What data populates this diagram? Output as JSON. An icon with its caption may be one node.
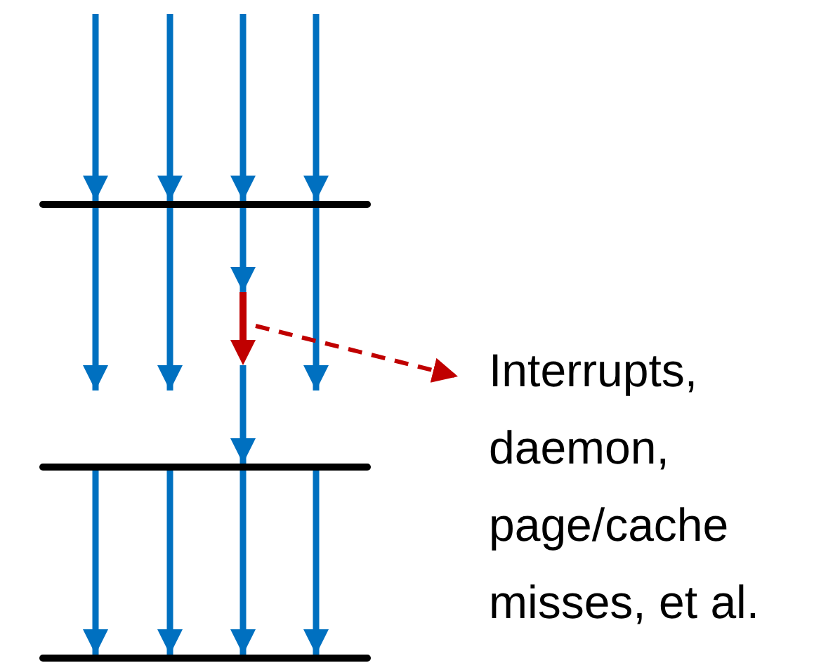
{
  "diagram": {
    "nodes": [
      {
        "text": [],
        "shape": "bar"
      },
      {
        "text": [],
        "shape": "bar"
      },
      {
        "text": [],
        "shape": "bar"
      },
      {
        "text": [],
        "shape": "arrow"
      },
      {
        "text": [
          "Interrupts, daemon, page/cache misses, et al."
        ]
      }
    ],
    "edges": [
      {
        "from": null,
        "to": 0,
        "arrow": "to"
      },
      {
        "from": null,
        "to": 0,
        "arrow": "to"
      },
      {
        "from": null,
        "to": 0,
        "arrow": "to"
      },
      {
        "from": null,
        "to": 0,
        "arrow": "to"
      },
      {
        "from": 0,
        "to": null,
        "arrow": "to"
      },
      {
        "from": 0,
        "to": null,
        "arrow": "to"
      },
      {
        "from": 0,
        "to": 3,
        "arrow": "to"
      },
      {
        "from": 0,
        "to": null,
        "arrow": "to"
      },
      {
        "from": 3,
        "to": 1,
        "arrow": "to"
      },
      {
        "from": 1,
        "to": 2,
        "arrow": "to"
      },
      {
        "from": 1,
        "to": 2,
        "arrow": "to"
      },
      {
        "from": 1,
        "to": 2,
        "arrow": "to"
      },
      {
        "from": 1,
        "to": 2,
        "arrow": "to"
      },
      {
        "from": 3,
        "to": 4,
        "arrow": "to",
        "style": "dashed",
        "color": "#c00000"
      }
    ]
  }
}
